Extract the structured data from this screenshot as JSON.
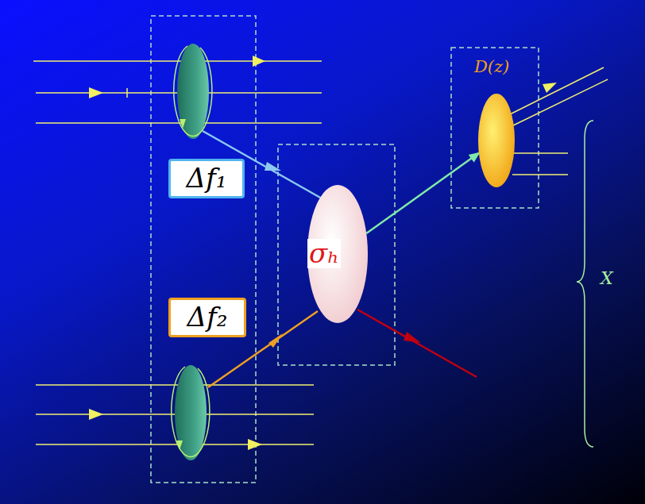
{
  "diagram": {
    "nodes": [
      {
        "text": [
          "Δf₁"
        ]
      },
      {
        "text": [
          "Δf₂"
        ]
      },
      {
        "text": [
          "σₕ"
        ]
      },
      {
        "text": [
          "D(z)"
        ]
      }
    ],
    "edges": [
      {
        "from": 2,
        "to": 3,
        "arrow": "to"
      }
    ],
    "labels": [
      "X"
    ]
  }
}
